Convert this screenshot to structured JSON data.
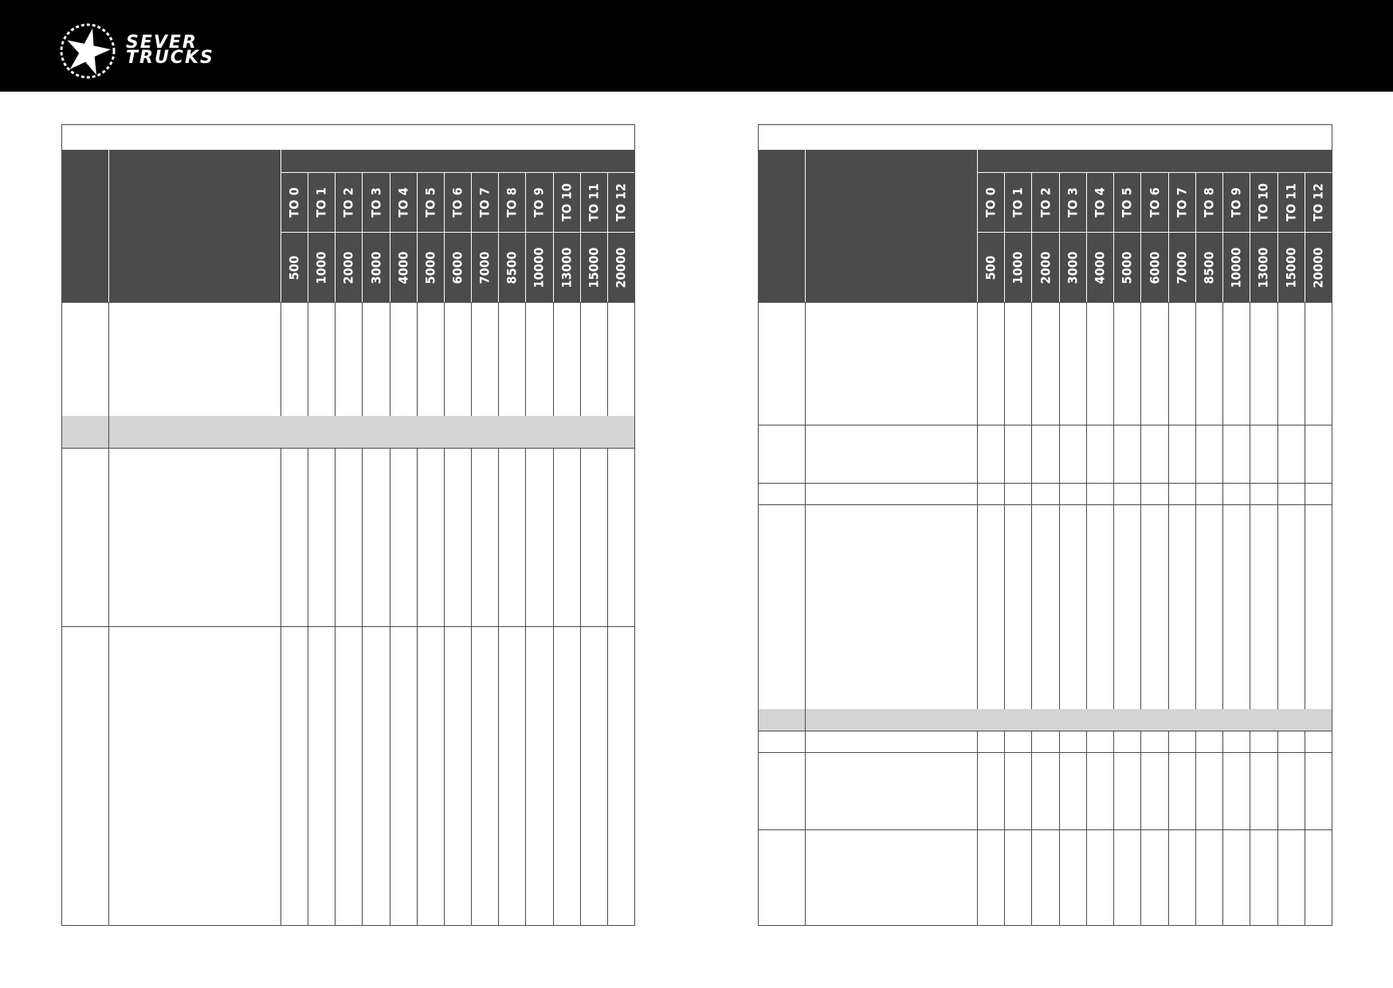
{
  "brand": {
    "name_line1": "SEVER",
    "name_line2": "TRUCKS",
    "logo_icon": "star-wreath-icon",
    "colors": {
      "bar": "#000000",
      "header": "#4b4b4b",
      "band": "#d4d4d4",
      "grid": "#4a4a4a"
    }
  },
  "service_codes": [
    "ТО 0",
    "ТО 1",
    "ТО 2",
    "ТО 3",
    "ТО 4",
    "ТО 5",
    "ТО 6",
    "ТО 7",
    "ТО 8",
    "ТО 9",
    "ТО 10",
    "ТО 11",
    "ТО 12"
  ],
  "mileages": [
    "500",
    "1000",
    "2000",
    "3000",
    "4000",
    "5000",
    "6000",
    "7000",
    "8500",
    "10000",
    "13000",
    "15000",
    "20000"
  ],
  "tables": [
    {
      "name": "left-table",
      "rows": [
        "item",
        "band",
        "item",
        "item"
      ]
    },
    {
      "name": "right-table",
      "rows": [
        "item",
        "item",
        "item",
        "item",
        "band",
        "item",
        "item",
        "item"
      ]
    }
  ]
}
